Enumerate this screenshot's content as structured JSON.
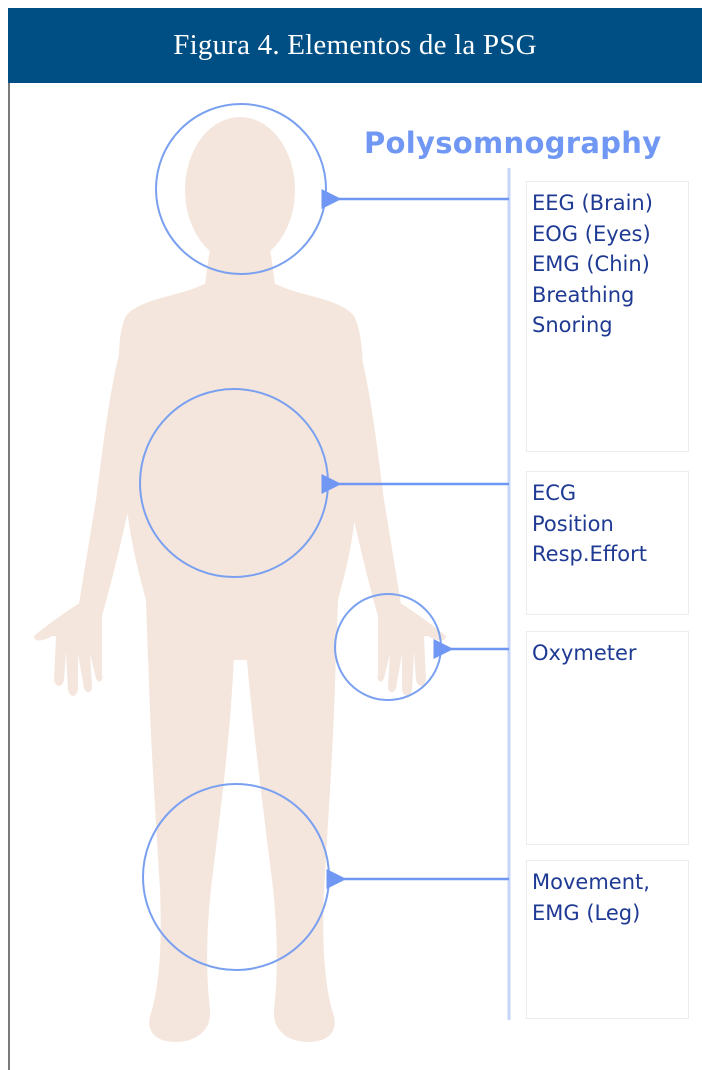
{
  "header": {
    "title": "Figura 4. Elementos de la PSG"
  },
  "diagram": {
    "title": "Polysomnography",
    "colors": {
      "accent": "#6f97f3",
      "text": "#1f3a93",
      "body": "#f5e6dd",
      "header_bg": "#004f84"
    },
    "regions": [
      {
        "name": "head",
        "lines": [
          "EEG (Brain)",
          "EOG (Eyes)",
          "EMG (Chin)",
          "Breathing",
          "Snoring"
        ]
      },
      {
        "name": "torso",
        "lines": [
          "ECG",
          "Position",
          "Resp.Effort"
        ]
      },
      {
        "name": "hand",
        "lines": [
          "Oxymeter"
        ]
      },
      {
        "name": "legs",
        "lines": [
          "Movement,",
          "EMG (Leg)"
        ]
      }
    ]
  }
}
